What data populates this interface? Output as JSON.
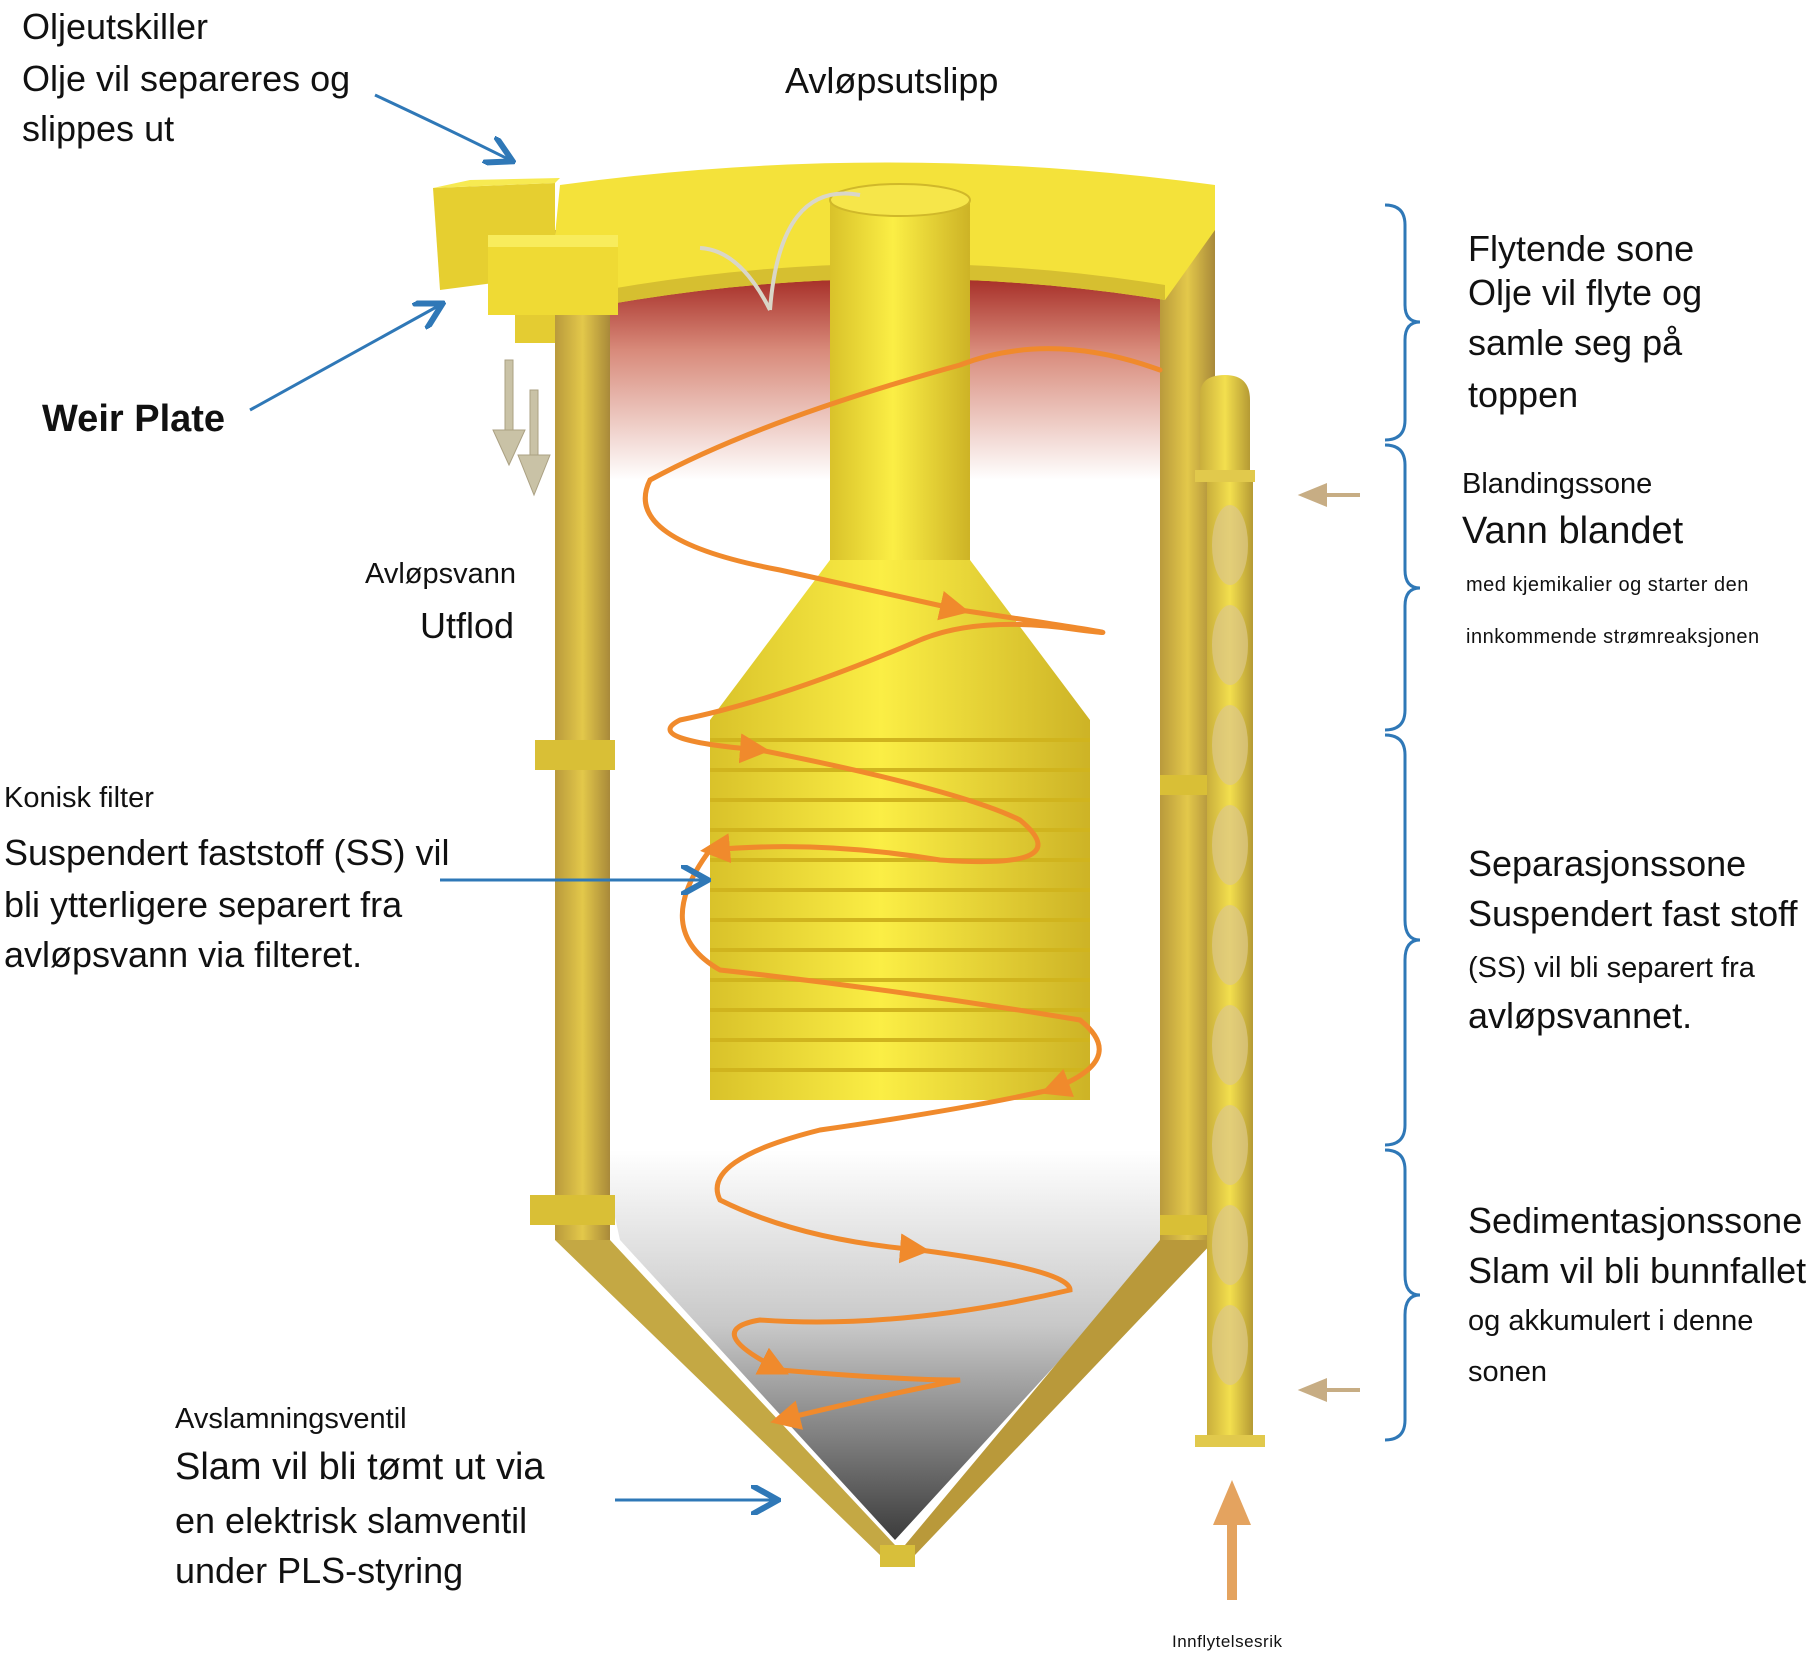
{
  "labels": {
    "oil_separator": {
      "title": "Oljeutskiller",
      "line1": "Olje vil separeres og",
      "line2": "slippes ut"
    },
    "effluent_discharge": "Avløpsutslipp",
    "weir_plate": "Weir Plate",
    "wastewater": {
      "title": "Avløpsvann",
      "sub": "Utflod"
    },
    "conical_filter": {
      "title": "Konisk filter",
      "line1": "Suspendert faststoff (SS) vil",
      "line2": "bli ytterligere separert fra",
      "line3": "avløpsvann via filteret."
    },
    "desludge_valve": {
      "title": "Avslamningsventil",
      "line1": "Slam vil bli tømt ut via",
      "line2": "en elektrisk slamventil",
      "line3": "under PLS-styring"
    },
    "inflow": "Innflytelsesrik",
    "zones": {
      "floating": {
        "title": "Flytende sone",
        "line1": "Olje vil flyte og",
        "line2": "samle seg på",
        "line3": "toppen"
      },
      "mixing": {
        "title": "Blandingssone",
        "line1": "Vann blandet",
        "line2": "med kjemikalier og starter den",
        "line3": "innkommende strømreaksjonen"
      },
      "separation": {
        "title": "Separasjonssone",
        "line1": "Suspendert fast stoff",
        "line2": "(SS) vil bli separert fra",
        "line3": "avløpsvannet."
      },
      "sedimentation": {
        "title": "Sedimentasjonssone",
        "line1": "Slam vil bli bunnfallet",
        "line2": "og akkumulert i denne",
        "line3": "sonen"
      }
    }
  },
  "colors": {
    "tank_yellow": "#f2e02a",
    "tank_shade": "#c9b23a",
    "flow_orange": "#f08a2c",
    "annotation_blue": "#2f78b7",
    "oil_red": "#b84a3a"
  }
}
